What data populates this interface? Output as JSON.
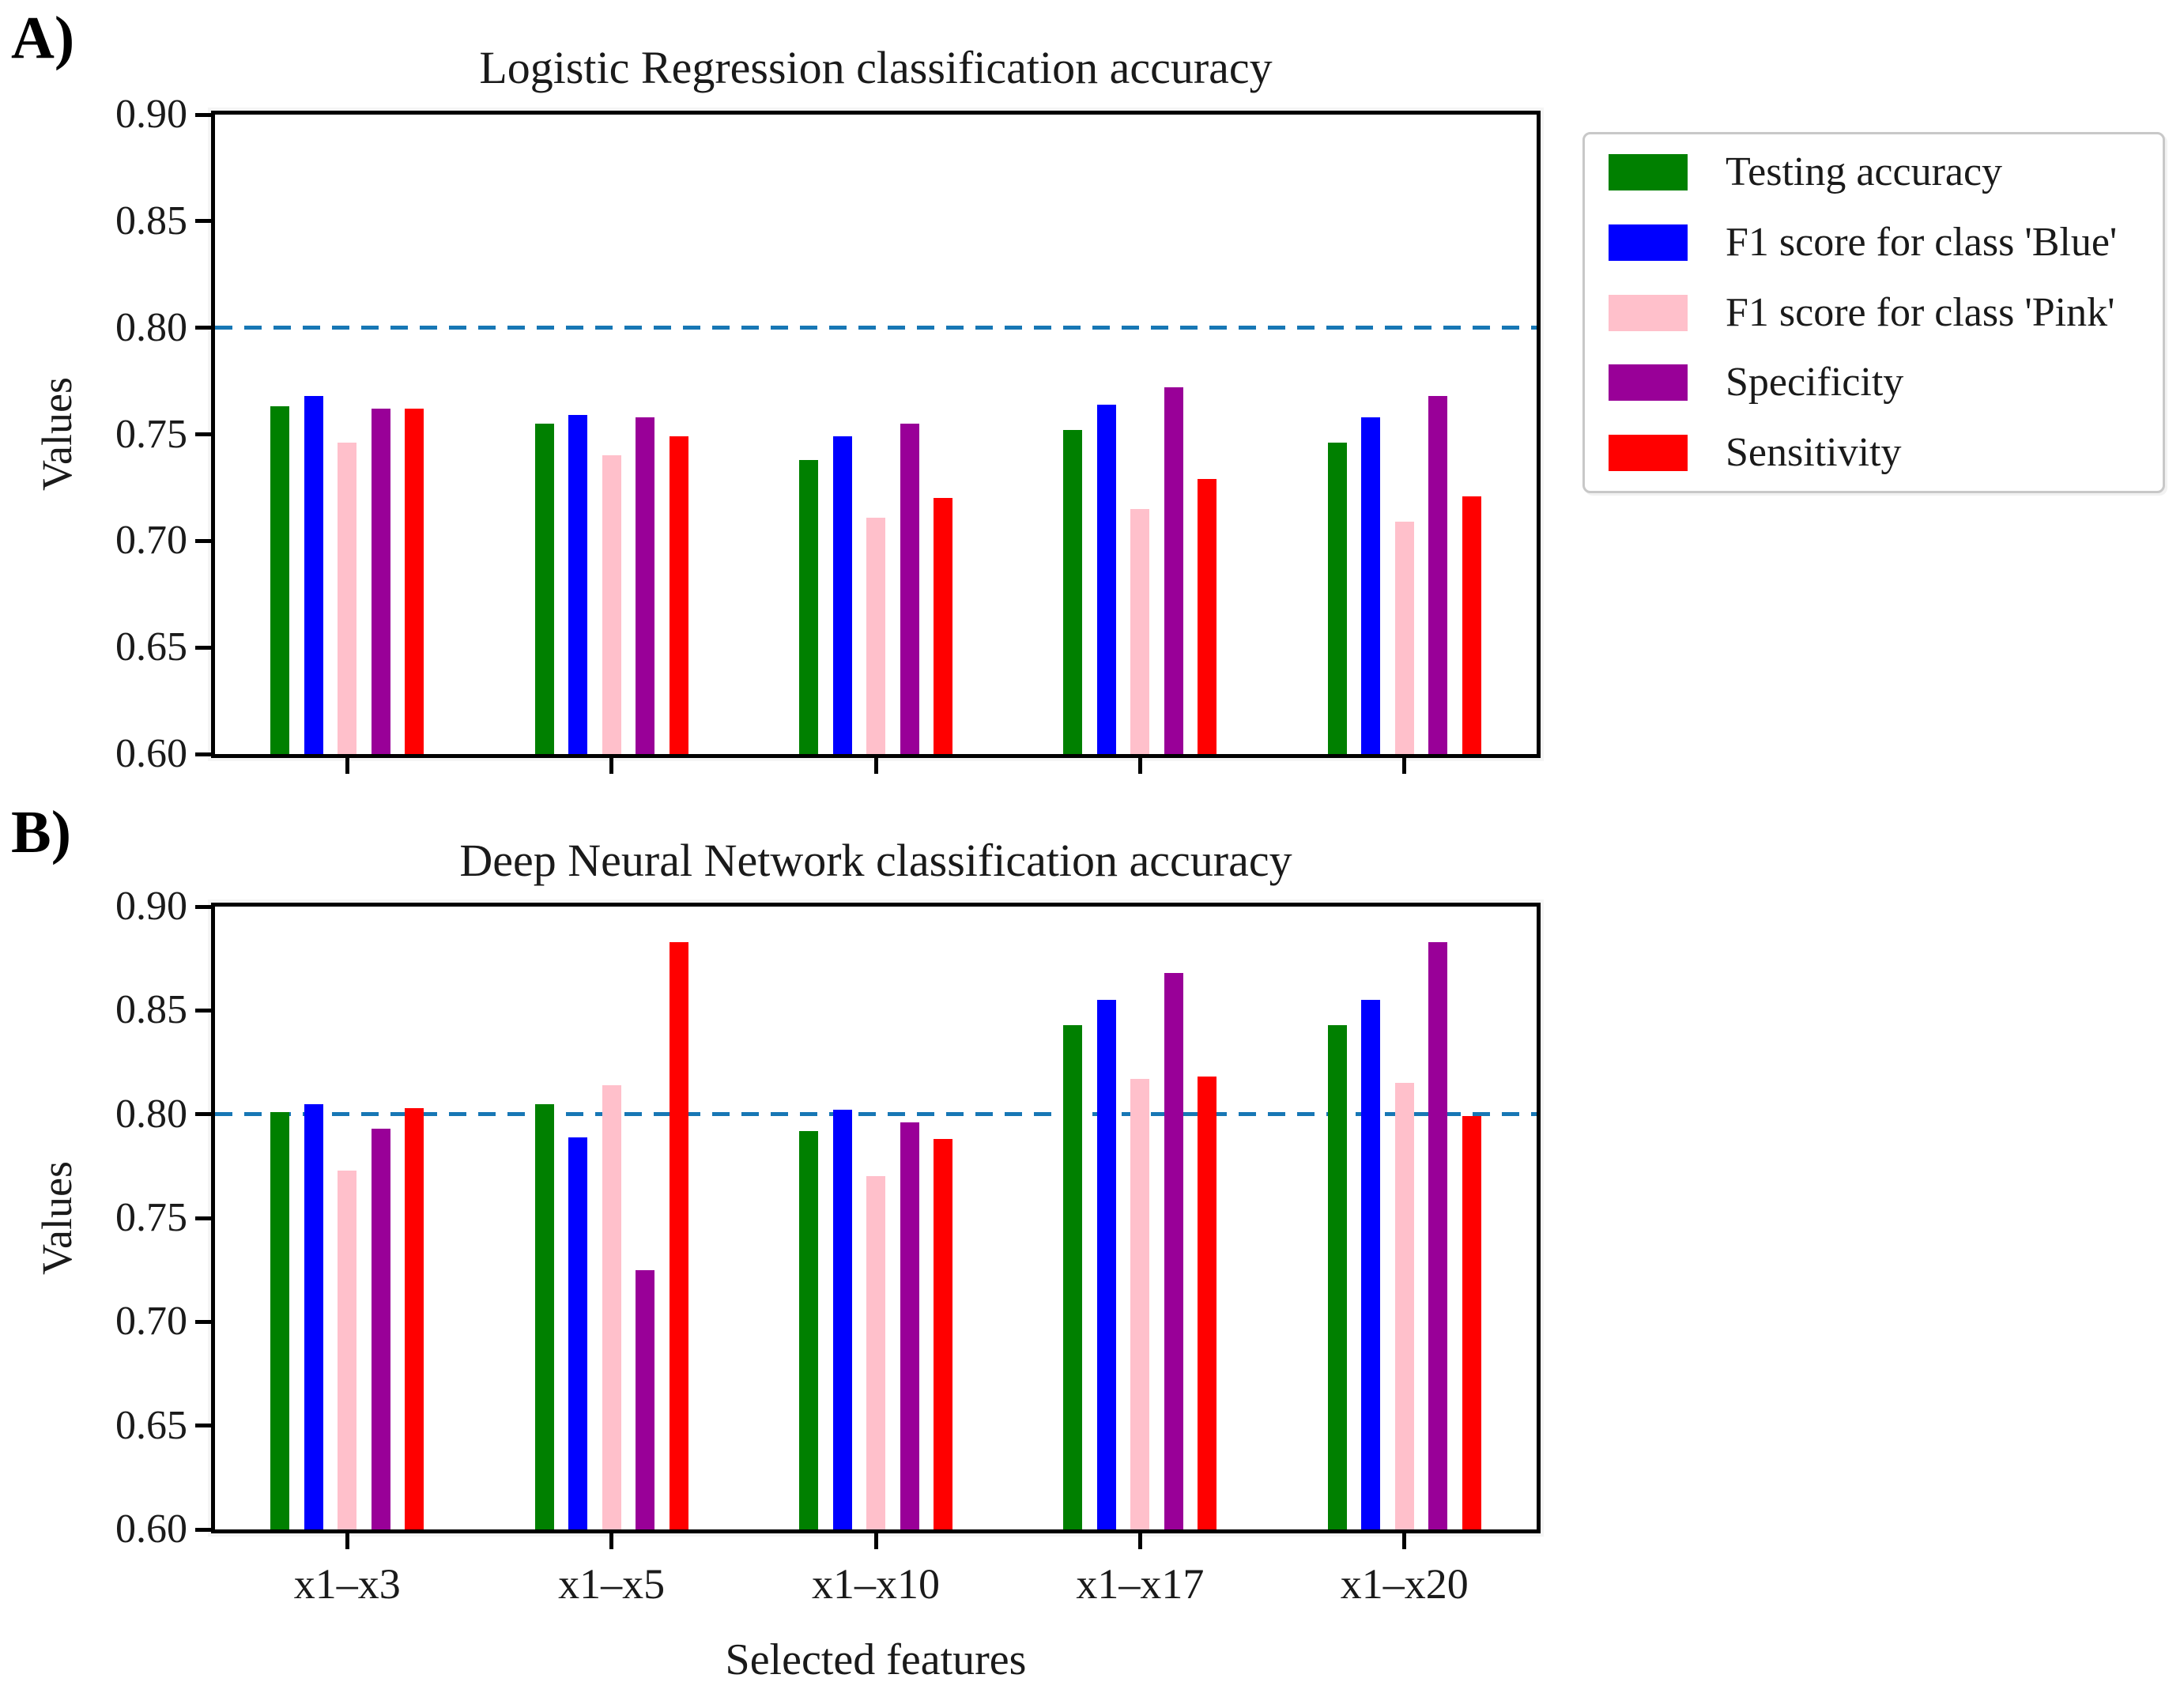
{
  "panels": {
    "a": {
      "label": "A)"
    },
    "b": {
      "label": "B)"
    }
  },
  "legend": {
    "items": [
      {
        "label": "Testing accuracy",
        "color": "#008000"
      },
      {
        "label": "F1 score for class 'Blue'",
        "color": "#0000ff"
      },
      {
        "label": "F1 score for class 'Pink'",
        "color": "#ffc0cb"
      },
      {
        "label": "Specificity",
        "color": "#990098"
      },
      {
        "label": "Sensitivity",
        "color": "#ff0000"
      }
    ]
  },
  "chart_data": [
    {
      "type": "bar",
      "title": "Logistic Regression classification accuracy",
      "ylabel": "Values",
      "xlabel": "",
      "categories": [
        "x1–x3",
        "x1–x5",
        "x1–x10",
        "x1–x17",
        "x1–x20"
      ],
      "series": [
        {
          "name": "Testing accuracy",
          "color": "#008000",
          "values": [
            0.763,
            0.755,
            0.738,
            0.752,
            0.746
          ]
        },
        {
          "name": "F1 score for class 'Blue'",
          "color": "#0000ff",
          "values": [
            0.768,
            0.759,
            0.749,
            0.764,
            0.758
          ]
        },
        {
          "name": "F1 score for class 'Pink'",
          "color": "#ffc0cb",
          "values": [
            0.746,
            0.74,
            0.711,
            0.715,
            0.709
          ]
        },
        {
          "name": "Specificity",
          "color": "#990098",
          "values": [
            0.762,
            0.758,
            0.755,
            0.772,
            0.768
          ]
        },
        {
          "name": "Sensitivity",
          "color": "#ff0000",
          "values": [
            0.762,
            0.749,
            0.72,
            0.729,
            0.721
          ]
        }
      ],
      "ylim": [
        0.6,
        0.9
      ],
      "yticks": [
        0.9,
        0.85,
        0.8,
        0.75,
        0.7,
        0.65,
        0.6
      ],
      "ytick_format_decimals": 2,
      "grid": false,
      "show_x_tick_labels": false,
      "reference_line": {
        "y": 0.8,
        "style": "dashed",
        "color": "#1777b5"
      },
      "legend_position": "outside-upper-right"
    },
    {
      "type": "bar",
      "title": "Deep Neural Network classification accuracy",
      "ylabel": "Values",
      "xlabel": "Selected features",
      "categories": [
        "x1–x3",
        "x1–x5",
        "x1–x10",
        "x1–x17",
        "x1–x20"
      ],
      "series": [
        {
          "name": "Testing accuracy",
          "color": "#008000",
          "values": [
            0.801,
            0.805,
            0.792,
            0.843,
            0.843
          ]
        },
        {
          "name": "F1 score for class 'Blue'",
          "color": "#0000ff",
          "values": [
            0.805,
            0.789,
            0.802,
            0.855,
            0.855
          ]
        },
        {
          "name": "F1 score for class 'Pink'",
          "color": "#ffc0cb",
          "values": [
            0.773,
            0.814,
            0.77,
            0.817,
            0.815
          ]
        },
        {
          "name": "Specificity",
          "color": "#990098",
          "values": [
            0.793,
            0.725,
            0.796,
            0.868,
            0.883
          ]
        },
        {
          "name": "Sensitivity",
          "color": "#ff0000",
          "values": [
            0.803,
            0.883,
            0.788,
            0.818,
            0.799
          ]
        }
      ],
      "ylim": [
        0.6,
        0.9
      ],
      "yticks": [
        0.9,
        0.85,
        0.8,
        0.75,
        0.7,
        0.65,
        0.6
      ],
      "ytick_format_decimals": 2,
      "grid": false,
      "show_x_tick_labels": true,
      "reference_line": {
        "y": 0.8,
        "style": "dashed",
        "color": "#1777b5"
      },
      "legend_position": "none"
    }
  ]
}
